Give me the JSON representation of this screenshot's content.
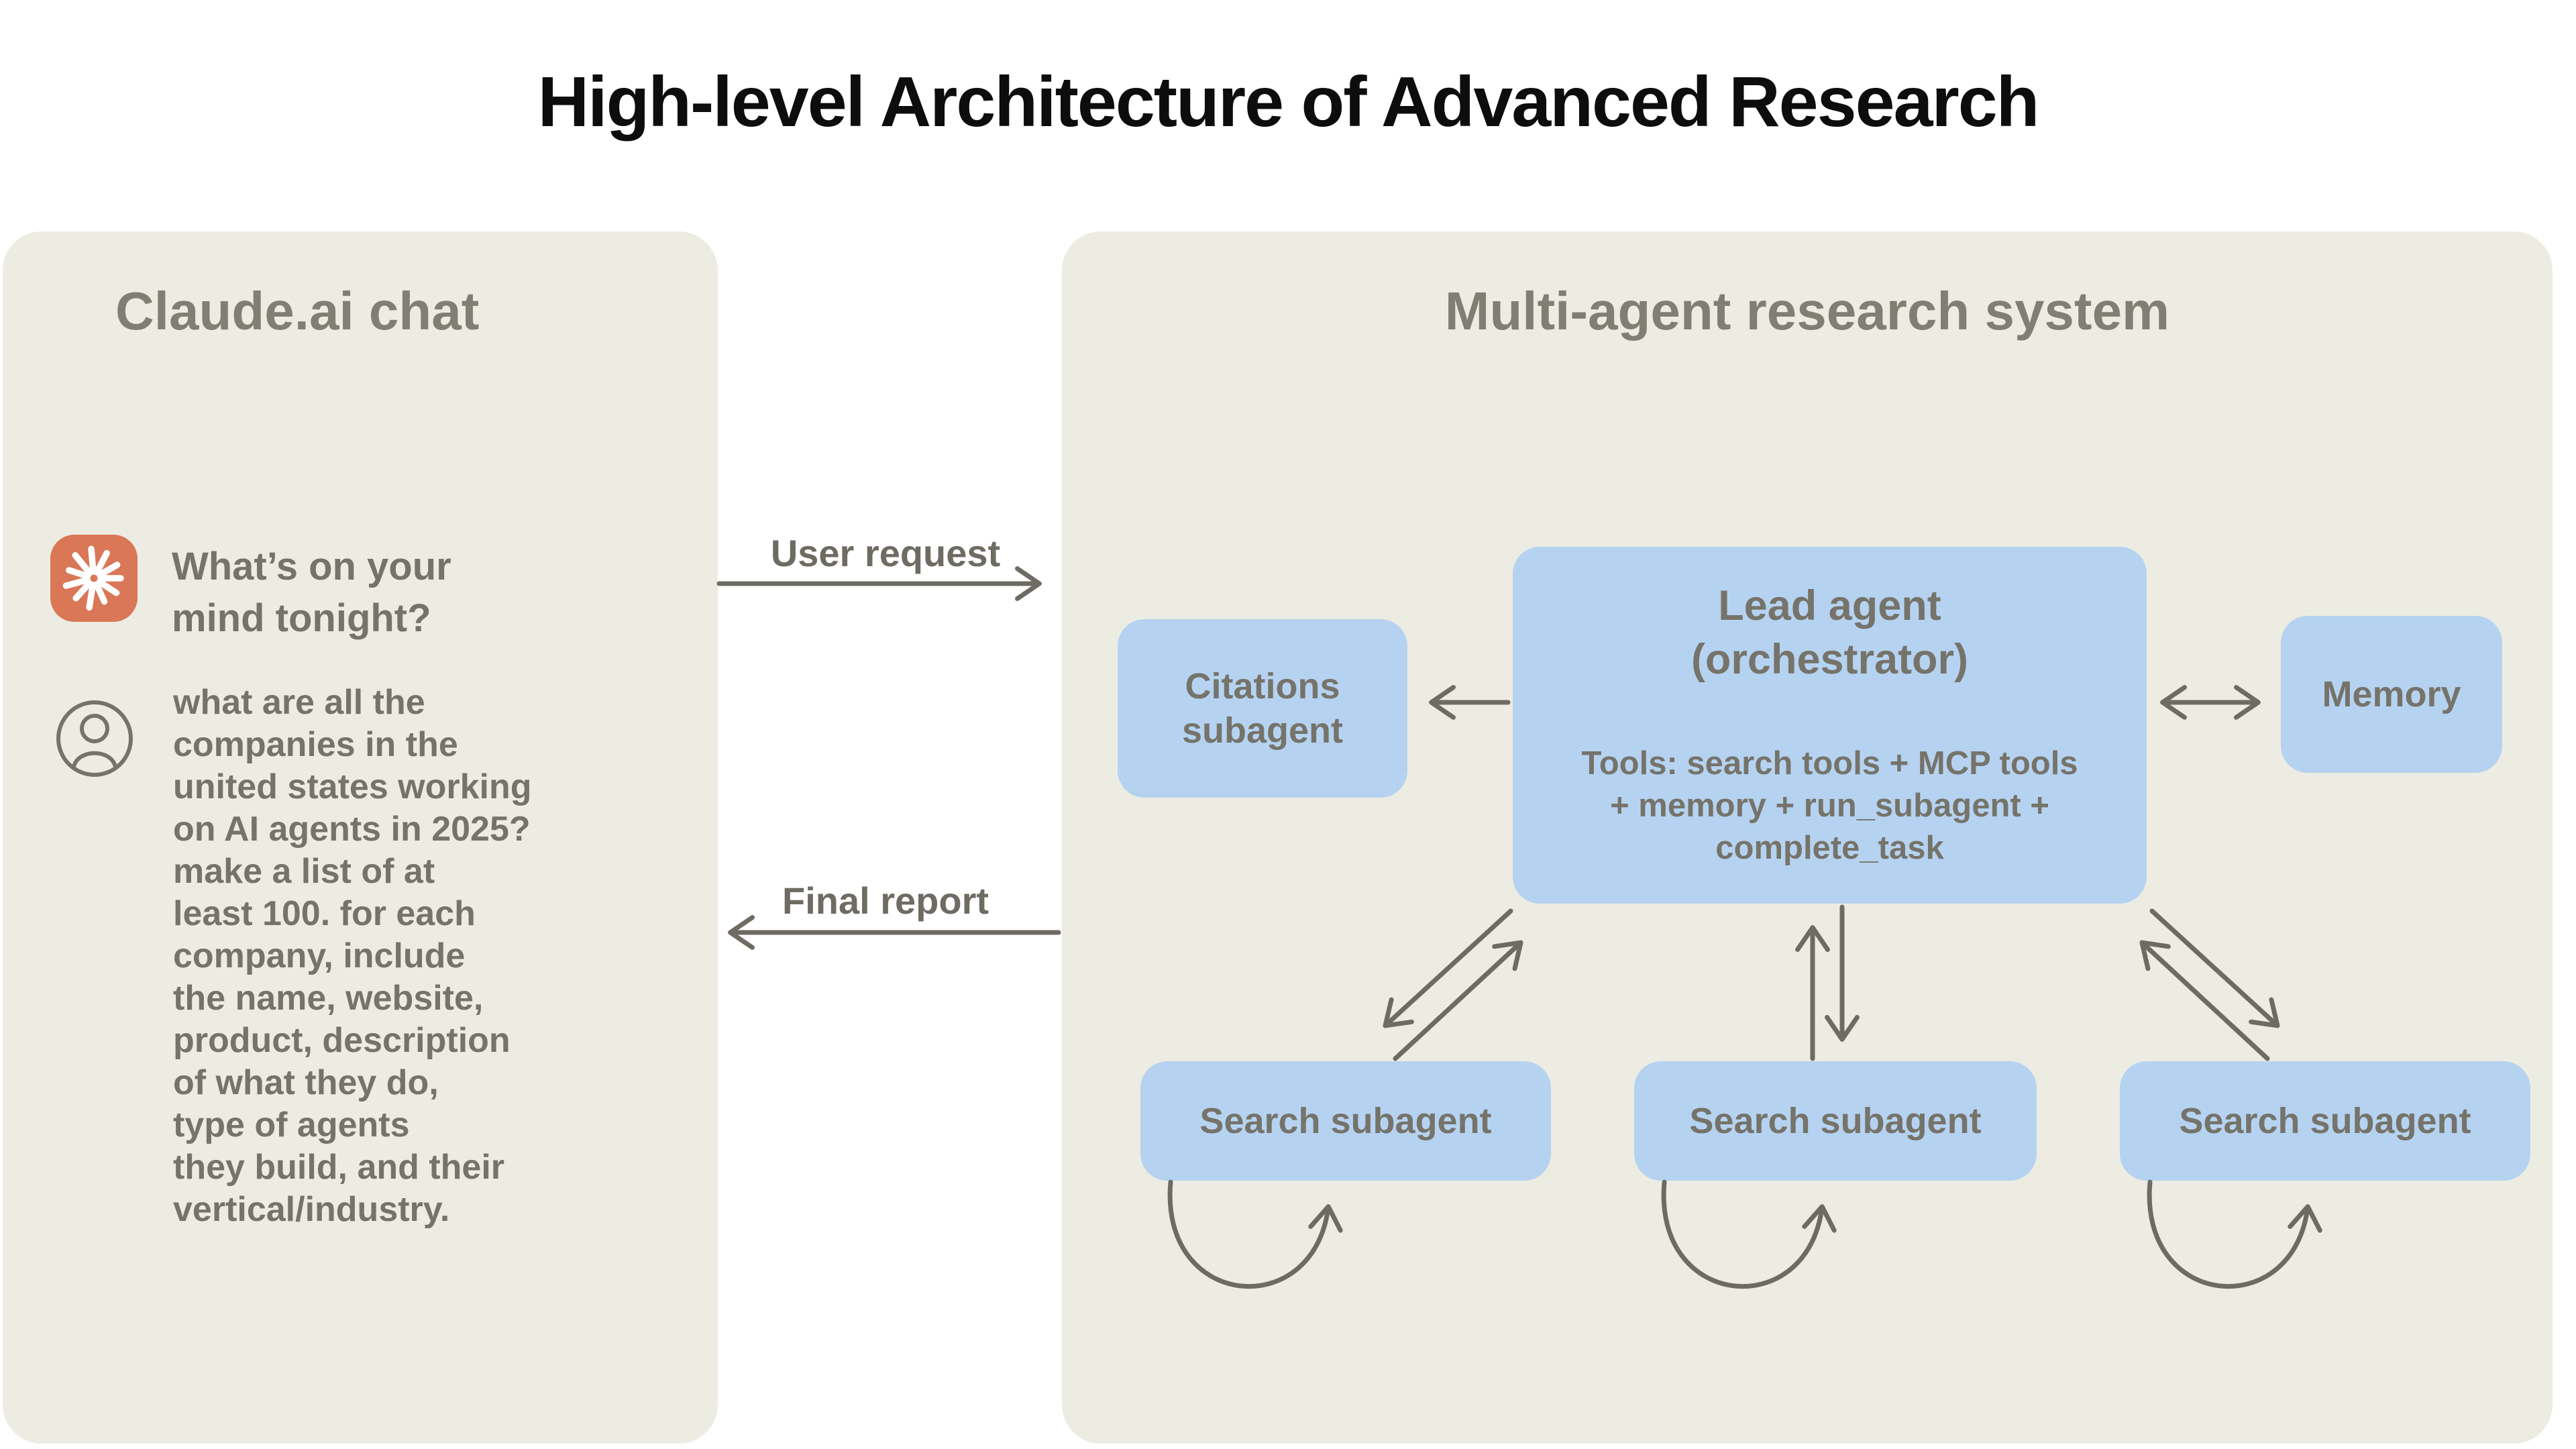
{
  "title": "High-level Architecture of Advanced Research",
  "colors": {
    "page_bg": "#ffffff",
    "panel_bg": "#edece2",
    "box_blue": "#b5d3f1",
    "brand_orange": "#d97757",
    "text_gray": "#76736a",
    "header_gray": "#817e73",
    "arrow_gray": "#6e6b62",
    "title_color": "#0d0d0d"
  },
  "claude_chat": {
    "title": "Claude.ai chat",
    "assistant_prompt": "What’s on your\nmind tonight?",
    "user_message": "what are all the\ncompanies in the\nunited states working\non AI agents in 2025?\nmake a list of at\nleast 100. for each\ncompany, include\nthe name, website,\nproduct, description\nof what they do,\ntype of agents\nthey build, and their\nvertical/industry."
  },
  "flow": {
    "user_request_label": "User request",
    "final_report_label": "Final report"
  },
  "research_system": {
    "title": "Multi-agent research system",
    "lead_agent": {
      "title": "Lead agent\n(orchestrator)",
      "tools": "Tools: search tools + MCP tools\n+ memory + run_subagent +\ncomplete_task"
    },
    "citations_subagent_label": "Citations\nsubagent",
    "memory_label": "Memory",
    "search_subagents": [
      "Search subagent",
      "Search subagent",
      "Search subagent"
    ]
  }
}
